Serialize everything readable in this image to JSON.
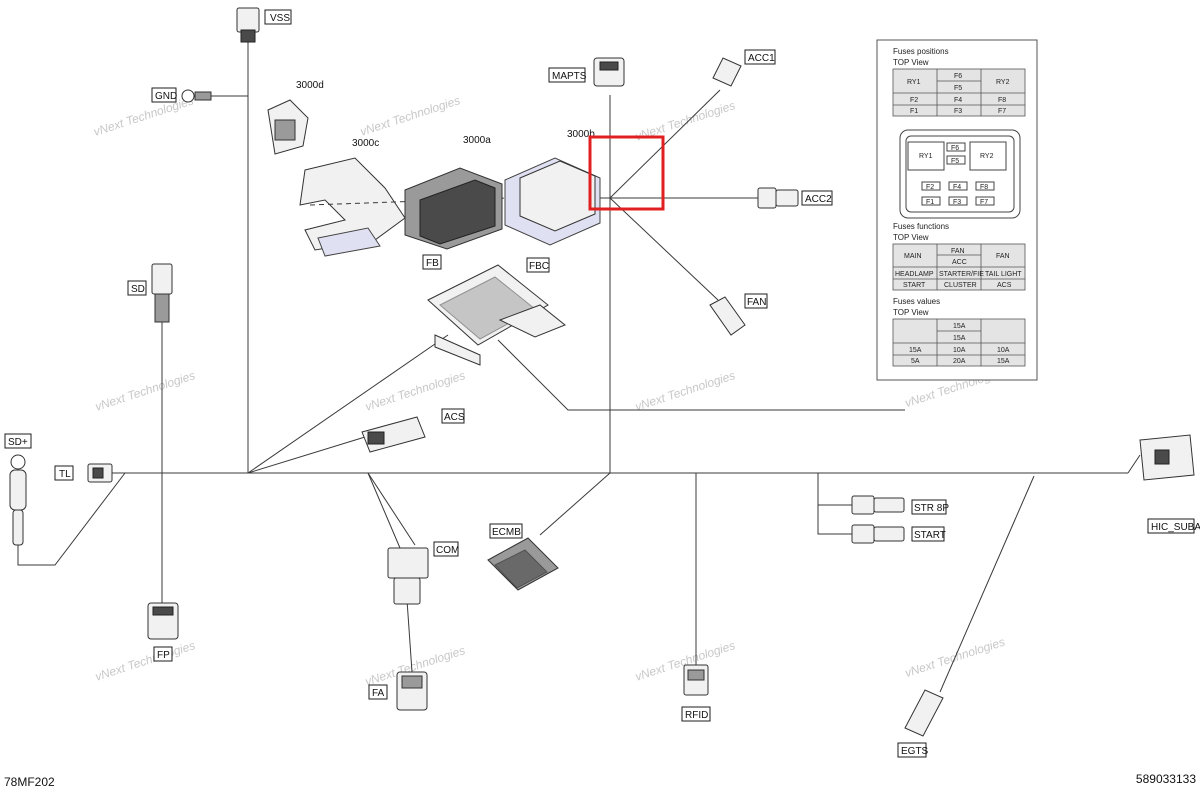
{
  "watermark": "vNext Technologies",
  "colors": {
    "highlight": "#e02020",
    "wire": "#3a3a3a",
    "cell_shade": "#e4e4e4"
  },
  "connectors": {
    "vss": "VSS",
    "gnd": "GND",
    "mapts": "MAPTS",
    "acc1": "ACC1",
    "acc2": "ACC2",
    "fan": "FAN",
    "sd": "SD",
    "sd_plus": "SD+",
    "tl": "TL",
    "acs": "ACS",
    "fb": "FB",
    "fbc": "FBC",
    "hic_suba": "HIC_SUBA",
    "str_8p": "STR 8P",
    "start": "START",
    "com": "COM",
    "ecmb": "ECMB",
    "fp": "FP",
    "fa": "FA",
    "rfid": "RFID",
    "egts": "EGTS"
  },
  "part_labels": {
    "p3000d": "3000d",
    "p3000c": "3000c",
    "p3000a": "3000a",
    "p3000b": "3000b"
  },
  "fuse_panel": {
    "positions_title": "Fuses positions",
    "positions_view": "TOP View",
    "positions": {
      "ry1": "RY1",
      "ry2": "RY2",
      "f6": "F6",
      "f5": "F5",
      "f2": "F2",
      "f4": "F4",
      "f8": "F8",
      "f1": "F1",
      "f3": "F3",
      "f7": "F7"
    },
    "functions_title": "Fuses functions",
    "functions_view": "TOP View",
    "functions": {
      "main": "MAIN",
      "fan_top": "FAN",
      "acc": "ACC",
      "fan_right": "FAN",
      "headlamp": "HEADLAMP",
      "starter": "STARTER/FIE",
      "tail_light": "TAIL LIGHT",
      "start": "START",
      "cluster": "CLUSTER",
      "acs": "ACS"
    },
    "values_title": "Fuses values",
    "values_view": "TOP View",
    "values": {
      "v_top1": "15A",
      "v_top2": "15A",
      "v_r1c1": "15A",
      "v_r1c2": "10A",
      "v_r1c3": "10A",
      "v_r2c1": "5A",
      "v_r2c2": "20A",
      "v_r2c3": "15A"
    }
  },
  "footer": {
    "left_code": "78MF202",
    "right_code": "589033133"
  }
}
